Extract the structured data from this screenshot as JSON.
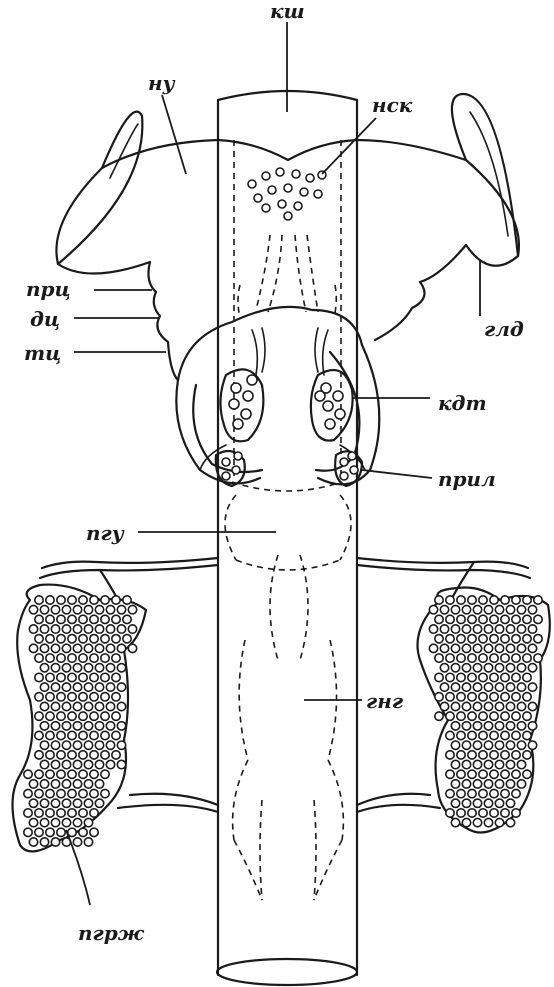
{
  "labels": {
    "ksh": "кш",
    "nu": "ну",
    "nsk": "нск",
    "prc": "прц",
    "dc": "дц",
    "tc": "тц",
    "gld": "глд",
    "kdt": "кдт",
    "pril": "прил",
    "pgu": "пгу",
    "gng": "гнг",
    "pgrzh": "пгрж"
  },
  "colors": {
    "ink": "#1a1a1a",
    "paper": "#ffffff"
  }
}
